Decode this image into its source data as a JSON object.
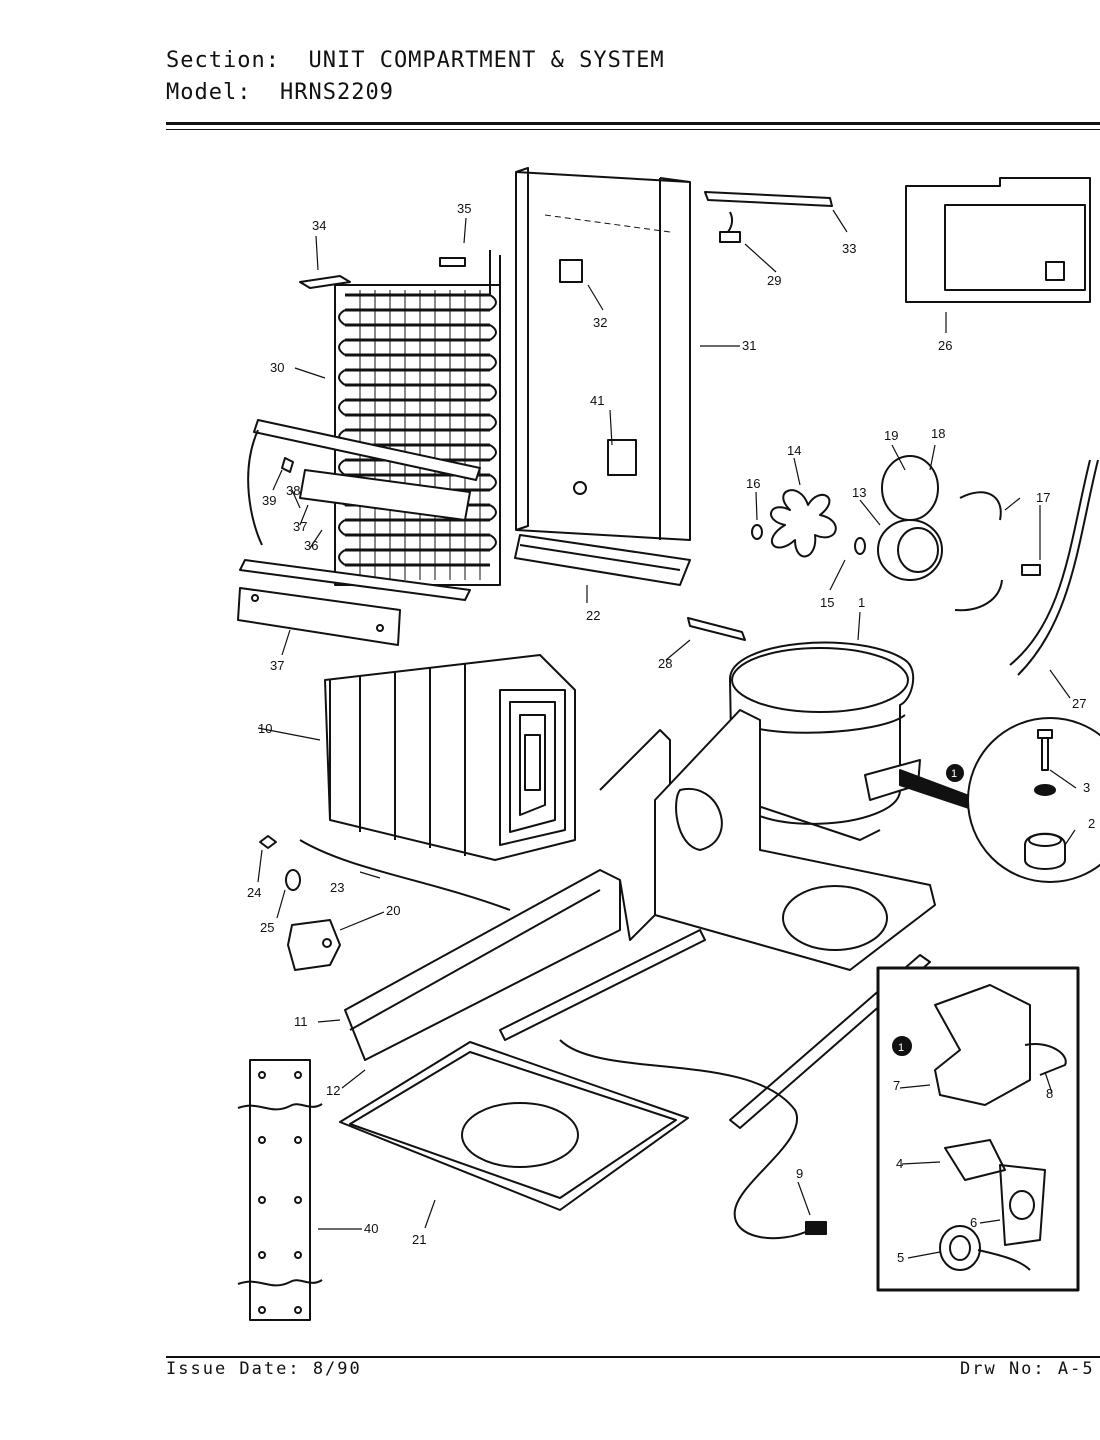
{
  "header": {
    "section_label": "Section:",
    "section_value": "UNIT COMPARTMENT & SYSTEM",
    "model_label": "Model:",
    "model_value": "HRNS2209"
  },
  "footer": {
    "issue_date": "Issue Date: 8/90",
    "drawing_no": "Drw No: A-5"
  },
  "callouts": [
    "1",
    "2",
    "3",
    "4",
    "5",
    "6",
    "7",
    "8",
    "9",
    "10",
    "11",
    "12",
    "13",
    "14",
    "15",
    "16",
    "17",
    "18",
    "19",
    "20",
    "21",
    "22",
    "23",
    "24",
    "25",
    "26",
    "27",
    "28",
    "29",
    "30",
    "31",
    "32",
    "33",
    "34",
    "35",
    "36",
    "37",
    "38",
    "39",
    "40",
    "41"
  ],
  "inset_marker": "1",
  "colors": {
    "ink": "#111111",
    "paper": "#ffffff"
  }
}
